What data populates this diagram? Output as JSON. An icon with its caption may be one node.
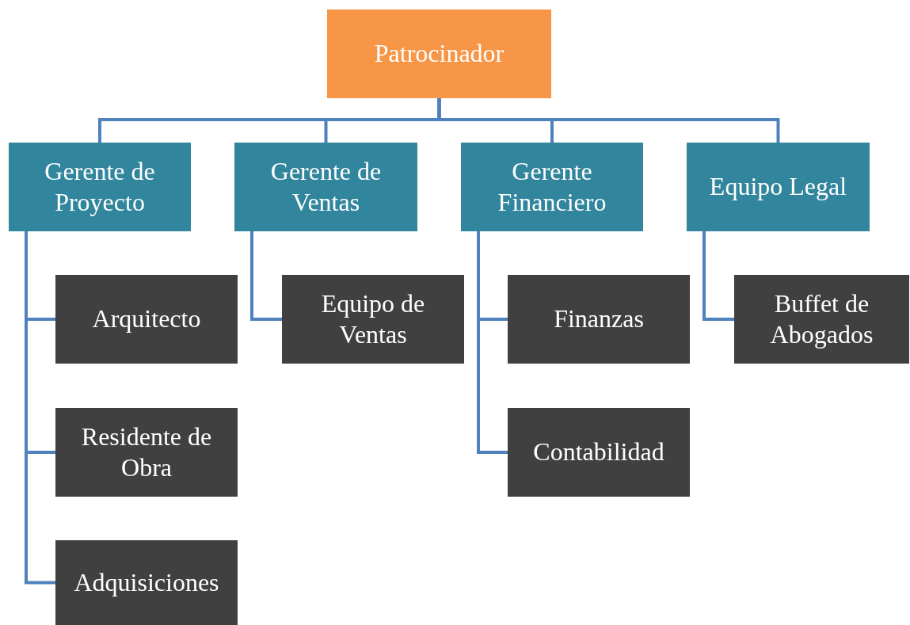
{
  "diagram": {
    "nodes": [
      {
        "text": [
          "Patrocinador"
        ]
      },
      {
        "text": [
          "Gerente de Proyecto"
        ]
      },
      {
        "text": [
          "Gerente de Ventas"
        ]
      },
      {
        "text": [
          "Gerente Financiero"
        ]
      },
      {
        "text": [
          "Equipo Legal"
        ]
      },
      {
        "text": [
          "Arquitecto"
        ]
      },
      {
        "text": [
          "Residente de Obra"
        ]
      },
      {
        "text": [
          "Adquisiciones"
        ]
      },
      {
        "text": [
          "Equipo de Ventas"
        ]
      },
      {
        "text": [
          "Finanzas"
        ]
      },
      {
        "text": [
          "Contabilidad"
        ]
      },
      {
        "text": [
          "Buffet de Abogados"
        ]
      }
    ],
    "edges": [
      {
        "from": 0,
        "to": 1,
        "arrow": "none"
      },
      {
        "from": 0,
        "to": 2,
        "arrow": "none"
      },
      {
        "from": 0,
        "to": 3,
        "arrow": "none"
      },
      {
        "from": 0,
        "to": 4,
        "arrow": "none"
      },
      {
        "from": 1,
        "to": 5,
        "arrow": "none"
      },
      {
        "from": 1,
        "to": 6,
        "arrow": "none"
      },
      {
        "from": 1,
        "to": 7,
        "arrow": "none"
      },
      {
        "from": 2,
        "to": 8,
        "arrow": "none"
      },
      {
        "from": 3,
        "to": 9,
        "arrow": "none"
      },
      {
        "from": 3,
        "to": 10,
        "arrow": "none"
      },
      {
        "from": 4,
        "to": 11,
        "arrow": "none"
      }
    ]
  }
}
